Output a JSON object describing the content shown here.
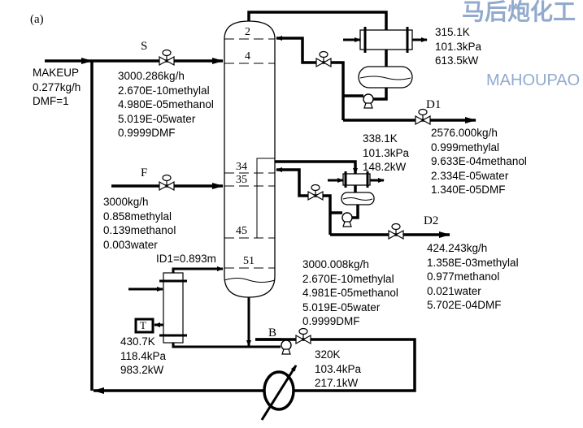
{
  "figure_label": "(a)",
  "watermark": {
    "cn": "马后炮化工",
    "en": "MAHOUPAO",
    "icon": "horse-logo"
  },
  "makeup": {
    "label": "MAKEUP",
    "flow": "0.277kg/h",
    "comp": "DMF=1"
  },
  "solvent": {
    "label": "S",
    "lines": [
      "3000.286kg/h",
      "2.670E-10methylal",
      "4.980E-05methanol",
      "5.019E-05water",
      "0.9999DMF"
    ]
  },
  "feed": {
    "label": "F",
    "lines": [
      "3000kg/h",
      "0.858methylal",
      "0.139methanol",
      "0.003water"
    ]
  },
  "column": {
    "diameter": "ID1=0.893m",
    "trays": [
      "2",
      "4",
      "34",
      "35",
      "45",
      "51"
    ]
  },
  "condenser1": {
    "lines": [
      "315.1K",
      "101.3kPa",
      "613.5kW"
    ]
  },
  "d1": {
    "label": "D1",
    "lines": [
      "2576.000kg/h",
      "0.999methylal",
      "9.633E-04methanol",
      "2.334E-05water",
      "1.340E-05DMF"
    ]
  },
  "condenser2": {
    "lines": [
      "338.1K",
      "101.3kPa",
      "148.2kW"
    ]
  },
  "d2": {
    "label": "D2",
    "lines": [
      "424.243kg/h",
      "1.358E-03methylal",
      "0.977methanol",
      "0.021water",
      "5.702E-04DMF"
    ]
  },
  "bottoms": {
    "label": "B",
    "lines": [
      "3000.008kg/h",
      "2.670E-10methylal",
      "4.981E-05methanol",
      "5.019E-05water",
      "0.9999DMF"
    ]
  },
  "reboiler": {
    "temp_box": "T",
    "lines": [
      "430.7K",
      "118.4kPa",
      "983.2kW"
    ]
  },
  "cooler": {
    "lines": [
      "320K",
      "103.4kPa",
      "217.1kW"
    ]
  }
}
